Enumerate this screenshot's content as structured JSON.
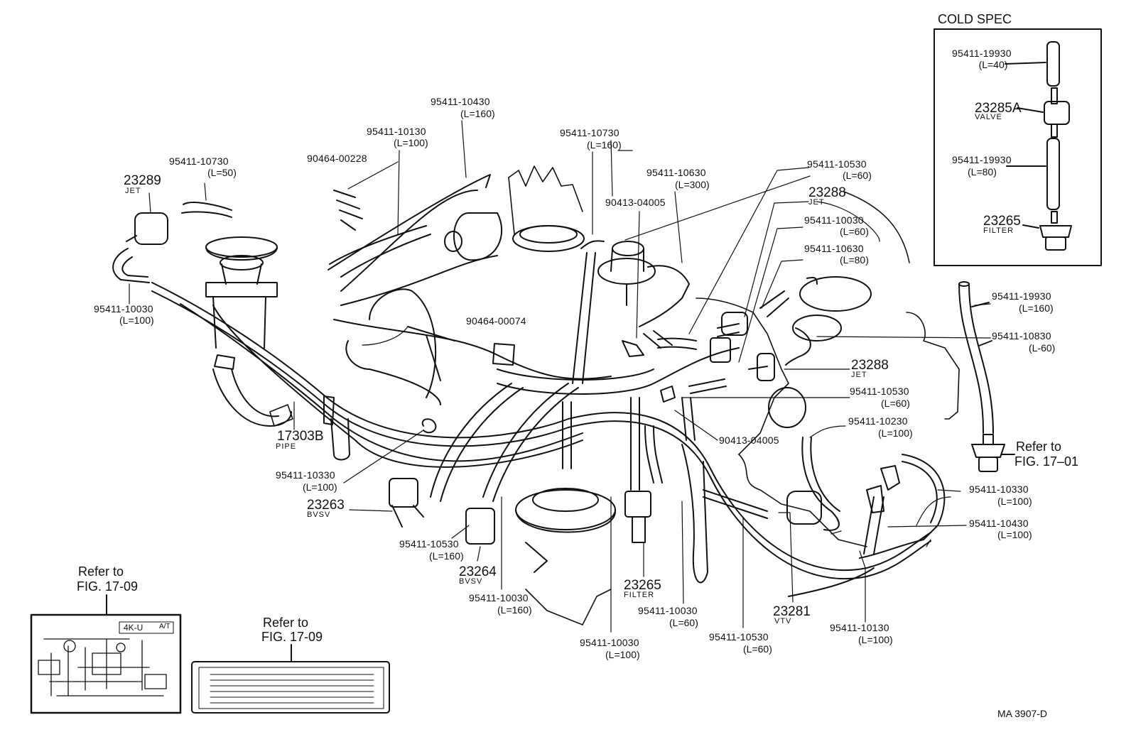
{
  "cold_spec": {
    "title": "COLD SPEC",
    "items": [
      {
        "part": "95411-19930",
        "len": "(L=40)"
      },
      {
        "part": "23285A",
        "name": "VALVE"
      },
      {
        "part": "95411-19930",
        "len": "(L=80)"
      },
      {
        "part": "23265",
        "name": "FILTER"
      }
    ]
  },
  "labels": {
    "p_10430_top": {
      "part": "95411-10430",
      "len": "(L=160)"
    },
    "p_10130_top": {
      "part": "95411-10130",
      "len": "(L=100)"
    },
    "p_10730_mid": {
      "part": "95411-10730",
      "len": "(L=160)"
    },
    "p_10730_left": {
      "part": "95411-10730",
      "len": "(L=50)"
    },
    "p_23289": {
      "part": "23289",
      "name": "JET"
    },
    "p_90464_228": {
      "part": "90464-00228"
    },
    "p_10630_300": {
      "part": "95411-10630",
      "len": "(L=300)"
    },
    "p_90413_top": {
      "part": "90413-04005"
    },
    "p_10530_60_top": {
      "part": "95411-10530",
      "len": "(L=60)"
    },
    "p_23288_top": {
      "part": "23288",
      "name": "JET"
    },
    "p_10030_60_r": {
      "part": "95411-10030",
      "len": "(L=60)"
    },
    "p_10630_80": {
      "part": "95411-10630",
      "len": "(L=80)"
    },
    "p_19930_160": {
      "part": "95411-19930",
      "len": "(L=160)"
    },
    "p_10830": {
      "part": "95411-10830",
      "len": "(L-60)"
    },
    "p_23288_mid": {
      "part": "23288",
      "name": "JET"
    },
    "p_10530_60_mid": {
      "part": "95411-10530",
      "len": "(L=60)"
    },
    "p_10230": {
      "part": "95411-10230",
      "len": "(L=100)"
    },
    "p_90413_mid": {
      "part": "90413-04005"
    },
    "p_10030_left": {
      "part": "95411-10030",
      "len": "(L=100)"
    },
    "p_90464_74": {
      "part": "90464-00074"
    },
    "p_17303b": {
      "part": "17303B",
      "name": "PIPE"
    },
    "p_10330_left": {
      "part": "95411-10330",
      "len": "(L=100)"
    },
    "p_23263": {
      "part": "23263",
      "name": "BVSV"
    },
    "p_10530_160": {
      "part": "95411-10530",
      "len": "(L=160)"
    },
    "p_23264": {
      "part": "23264",
      "name": "BVSV"
    },
    "p_10030_160": {
      "part": "95411-10030",
      "len": "(L=160)"
    },
    "p_10030_100_bot": {
      "part": "95411-10030",
      "len": "(L=100)"
    },
    "p_23265_bot": {
      "part": "23265",
      "name": "FILTER"
    },
    "p_10030_60_bot": {
      "part": "95411-10030",
      "len": "(L=60)"
    },
    "p_10530_60_bot": {
      "part": "95411-10530",
      "len": "(L=60)"
    },
    "p_23281": {
      "part": "23281",
      "name": "VTV"
    },
    "p_10130_bot": {
      "part": "95411-10130",
      "len": "(L=100)"
    },
    "p_10330_right": {
      "part": "95411-10330",
      "len": "(L=100)"
    },
    "p_10430_right": {
      "part": "95411-10430",
      "len": "(L=100)"
    }
  },
  "refs": {
    "fig_17_01": {
      "line1": "Refer to",
      "line2": "FIG. 17–01"
    },
    "fig_17_09_a": {
      "line1": "Refer to",
      "line2": "FIG. 17-09"
    },
    "fig_17_09_b": {
      "line1": "Refer to",
      "line2": "FIG. 17-09"
    }
  },
  "decal": {
    "text": "4K-U",
    "mark": "A/T"
  },
  "figure_code": "MA  3907-D",
  "colors": {
    "ink": "#111111",
    "paper": "#ffffff"
  }
}
